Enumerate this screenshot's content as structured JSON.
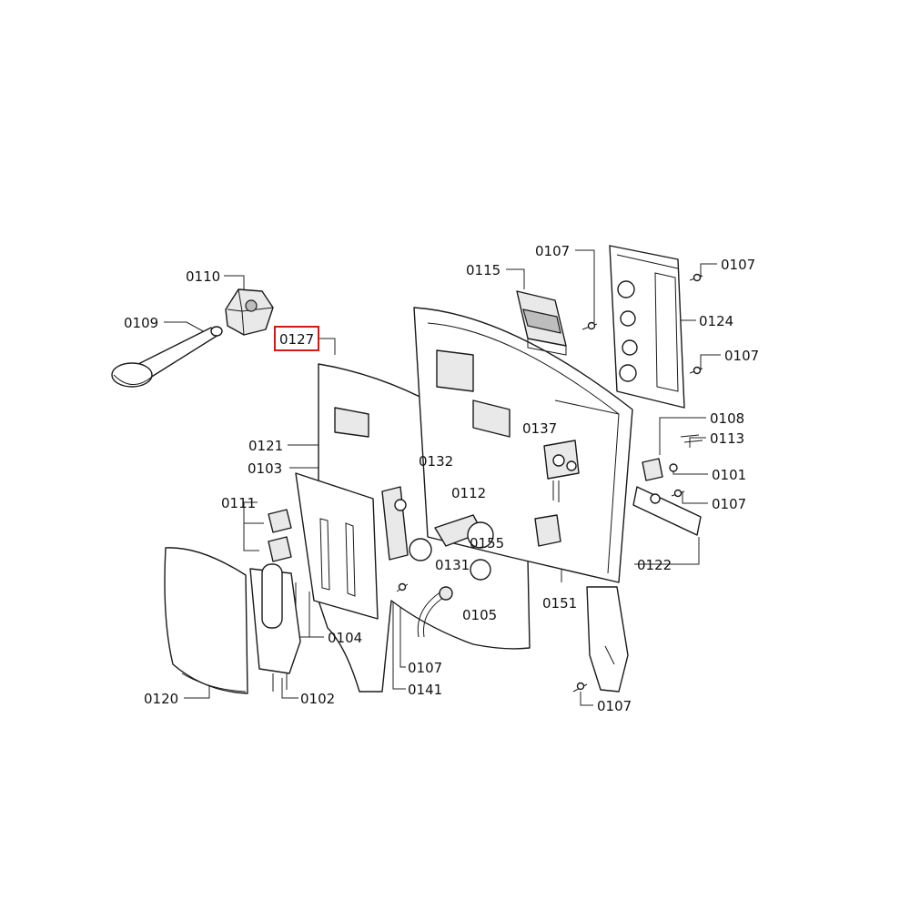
{
  "diagram": {
    "highlight_color": "#d11a1a",
    "highlighted_part": "0127",
    "labels": [
      {
        "id": "l0110",
        "text": "0110"
      },
      {
        "id": "l0109",
        "text": "0109"
      },
      {
        "id": "l0127",
        "text": "0127"
      },
      {
        "id": "l0115",
        "text": "0115"
      },
      {
        "id": "l0107a",
        "text": "0107"
      },
      {
        "id": "l0107b",
        "text": "0107"
      },
      {
        "id": "l0124",
        "text": "0124"
      },
      {
        "id": "l0107c",
        "text": "0107"
      },
      {
        "id": "l0121",
        "text": "0121"
      },
      {
        "id": "l0132",
        "text": "0132"
      },
      {
        "id": "l0103",
        "text": "0103"
      },
      {
        "id": "l0137",
        "text": "0137"
      },
      {
        "id": "l0108",
        "text": "0108"
      },
      {
        "id": "l0113",
        "text": "0113"
      },
      {
        "id": "l0112",
        "text": "0112"
      },
      {
        "id": "l0111",
        "text": "0111"
      },
      {
        "id": "l0101",
        "text": "0101"
      },
      {
        "id": "l0107d",
        "text": "0107"
      },
      {
        "id": "l0155",
        "text": "0155"
      },
      {
        "id": "l0131",
        "text": "0131"
      },
      {
        "id": "l0122",
        "text": "0122"
      },
      {
        "id": "l0151",
        "text": "0151"
      },
      {
        "id": "l0105",
        "text": "0105"
      },
      {
        "id": "l0104",
        "text": "0104"
      },
      {
        "id": "l0107e",
        "text": "0107"
      },
      {
        "id": "l0141",
        "text": "0141"
      },
      {
        "id": "l0120",
        "text": "0120"
      },
      {
        "id": "l0102",
        "text": "0102"
      },
      {
        "id": "l0107f",
        "text": "0107"
      }
    ]
  }
}
